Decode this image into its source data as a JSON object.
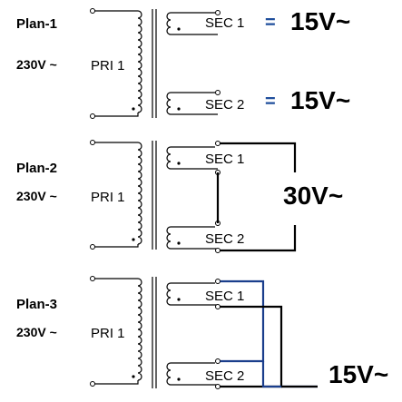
{
  "plans": [
    {
      "name": "Plan-1",
      "input": "230V ~",
      "primary": "PRI 1",
      "secondaries": [
        "SEC 1",
        "SEC 2"
      ],
      "outputs": [
        {
          "prefix": "=",
          "value": "15V~"
        },
        {
          "prefix": "=",
          "value": "15V~"
        }
      ],
      "wiring": "separate"
    },
    {
      "name": "Plan-2",
      "input": "230V ~",
      "primary": "PRI 1",
      "secondaries": [
        "SEC 1",
        "SEC 2"
      ],
      "outputs": [
        {
          "prefix": "",
          "value": "30V~"
        }
      ],
      "wiring": "series"
    },
    {
      "name": "Plan-3",
      "input": "230V ~",
      "primary": "PRI 1",
      "secondaries": [
        "SEC 1",
        "SEC 2"
      ],
      "outputs": [
        {
          "prefix": "",
          "value": "15V~"
        }
      ],
      "wiring": "parallel"
    }
  ],
  "colors": {
    "parallel_wire": "#1a3e8c",
    "equals_sign": "#1f4e9c"
  }
}
